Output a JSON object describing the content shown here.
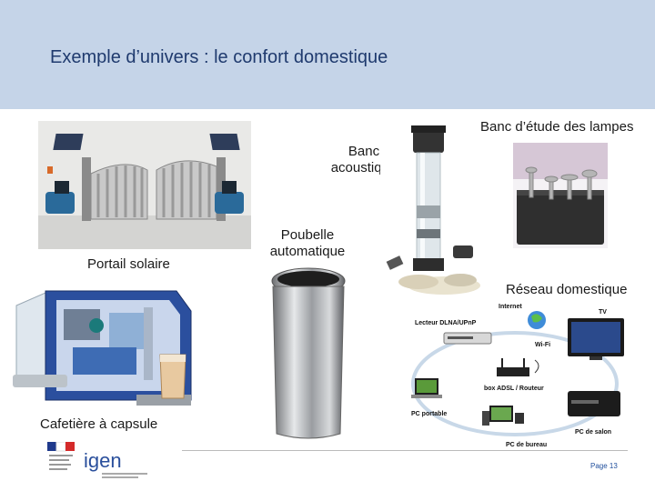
{
  "slide": {
    "title": "Exemple d’univers : le confort domestique"
  },
  "labels": {
    "lampes": "Banc d’étude des lampes",
    "banc_line1": "Banc",
    "banc_line2": "acoustique",
    "portail": "Portail solaire",
    "poubelle_line1": "Poubelle",
    "poubelle_line2": "automatique",
    "reseau": "Réseau domestique",
    "cafetiere": "Cafetière à capsule"
  },
  "network": {
    "internet": "Internet",
    "lecteur": "Lecteur DLNA/UPnP",
    "tv": "TV",
    "wifi": "Wi-Fi",
    "box": "box ADSL / Routeur",
    "pc_portable": "PC portable",
    "pc_salon": "PC de salon",
    "pc_bureau": "PC de bureau"
  },
  "footer": {
    "logo_text": "igen",
    "page": "Page 13"
  },
  "colors": {
    "header": "#c5d4e8",
    "title": "#1f3a6e",
    "page_number": "#1f4e9c"
  }
}
